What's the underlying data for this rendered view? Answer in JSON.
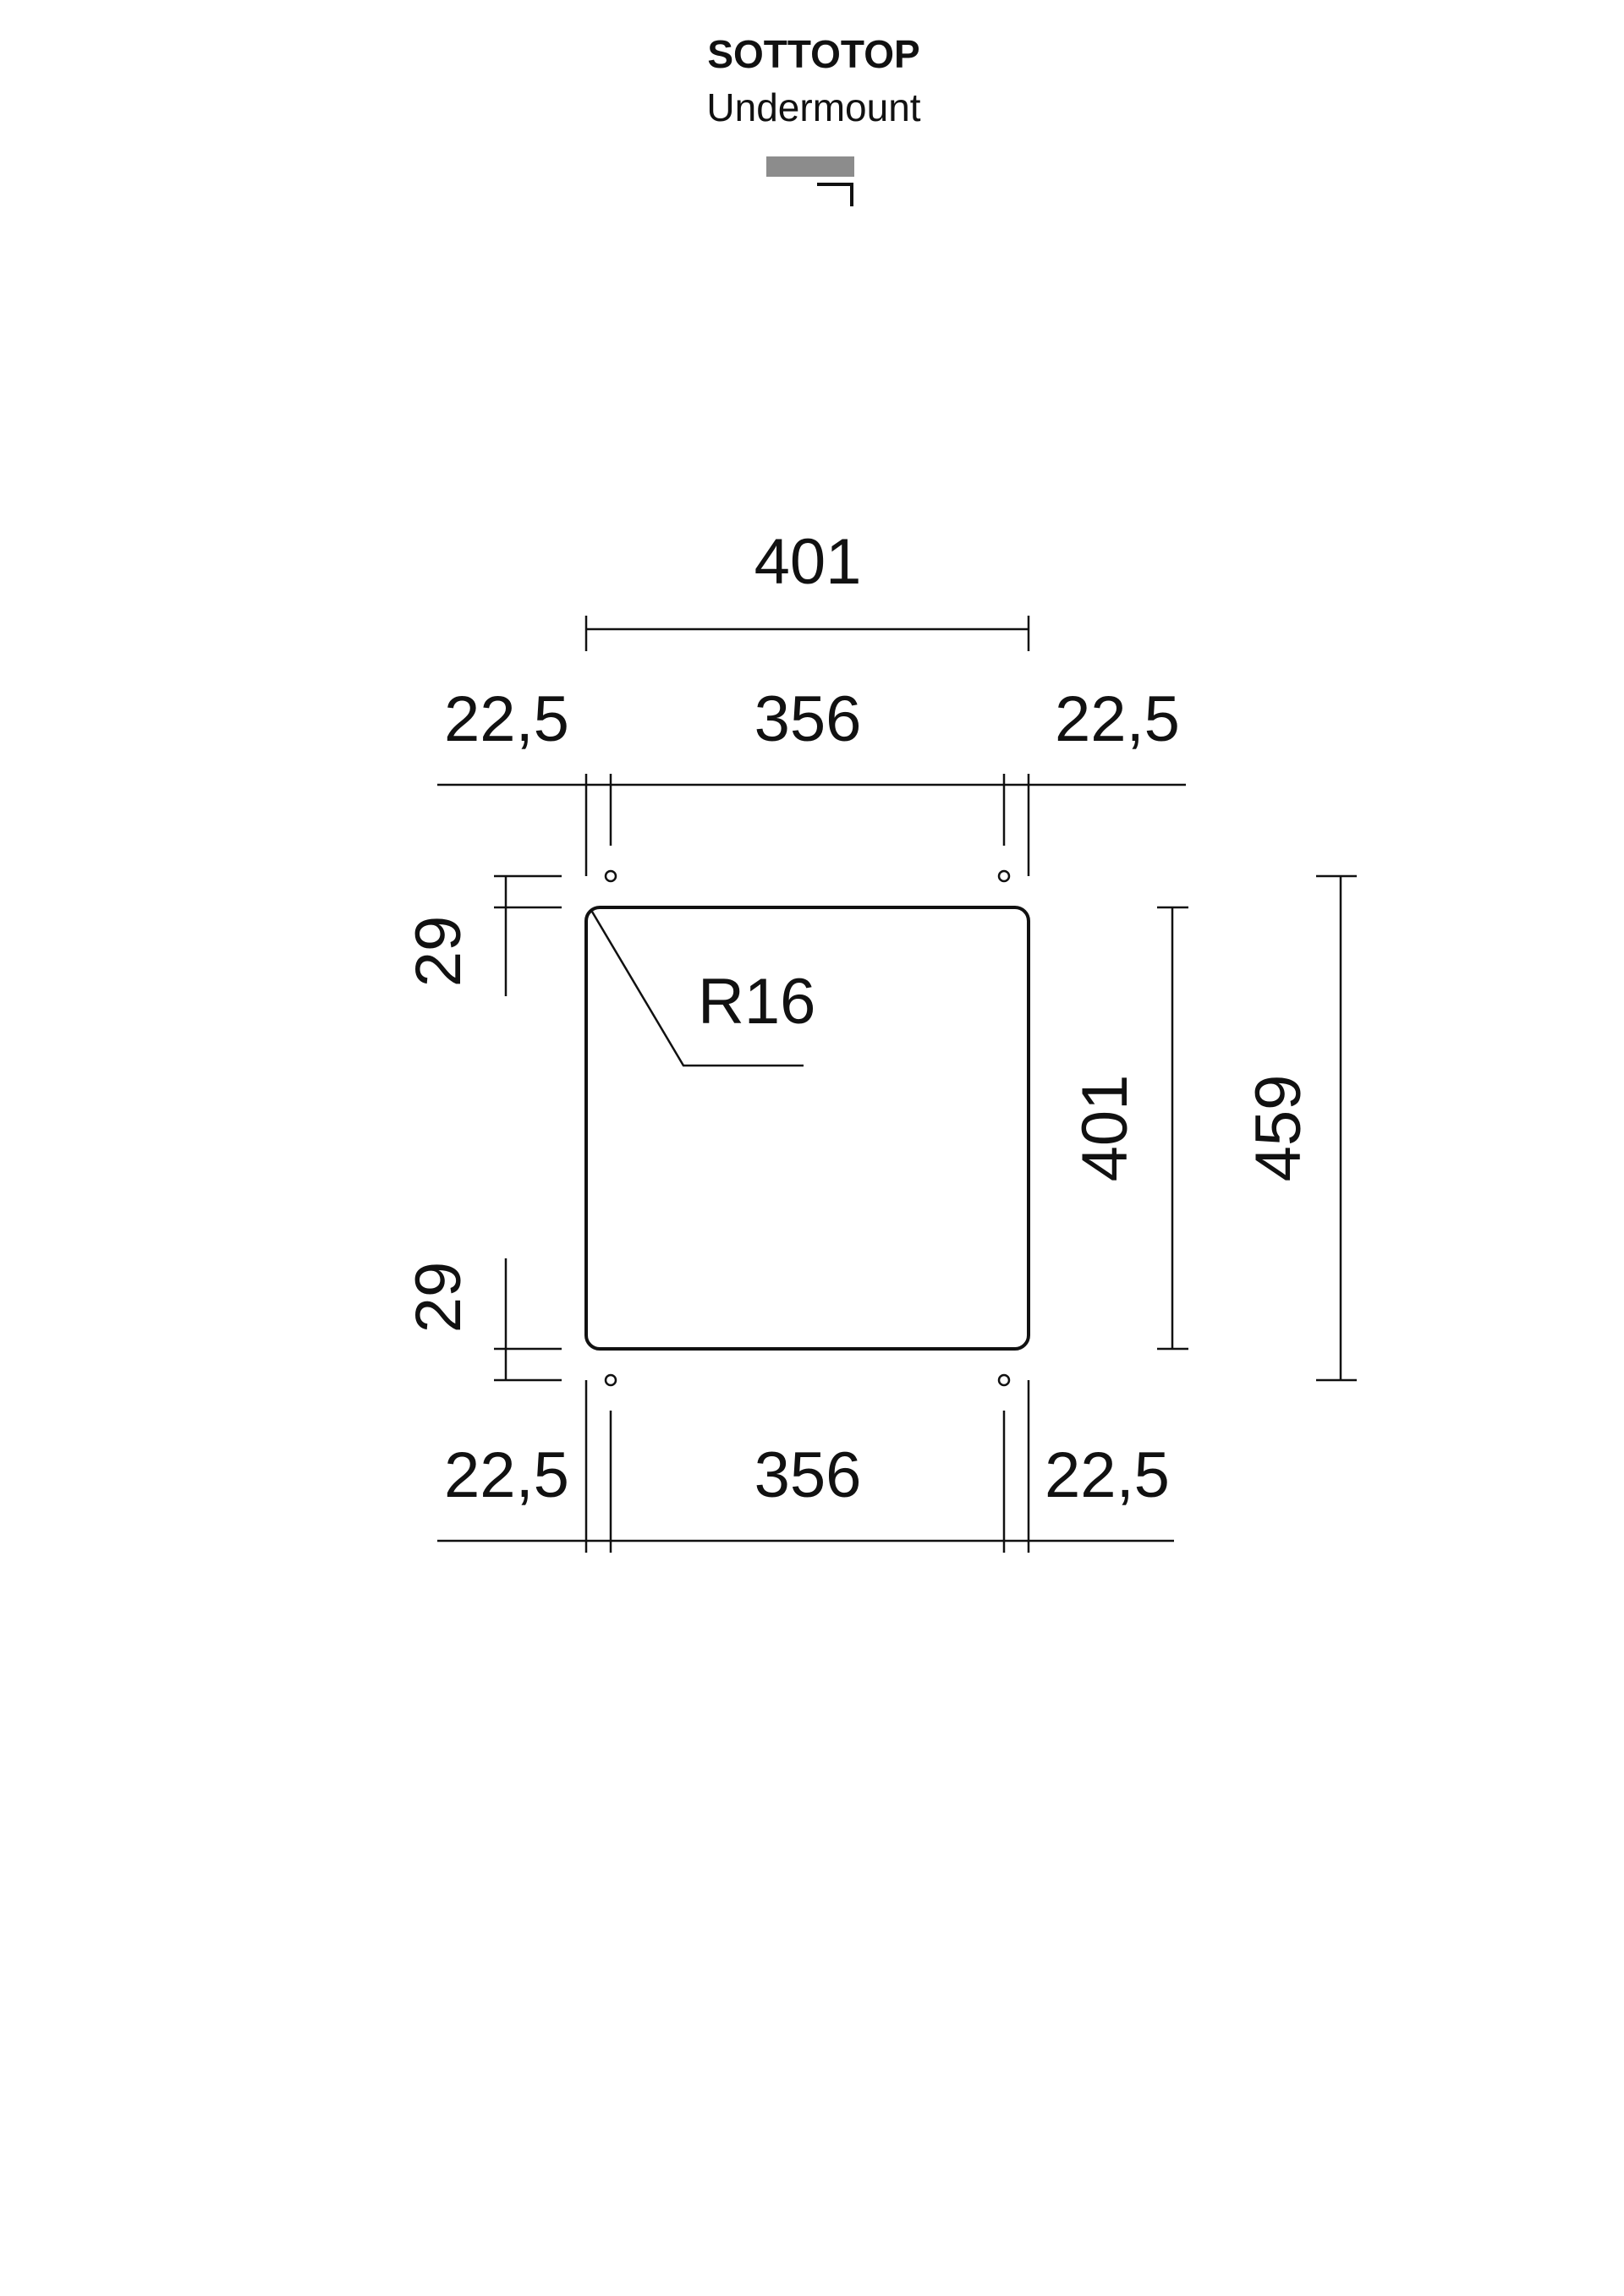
{
  "header": {
    "title": "SOTTOTOP",
    "subtitle": "Undermount"
  },
  "colors": {
    "line": "#111111",
    "mount_icon": "#8c8c8c",
    "background": "#ffffff"
  },
  "icons": {
    "mount_type": "undermount-section-icon"
  },
  "dimensions": {
    "overall_width": "401",
    "top_left_offset": "22,5",
    "top_hole_spacing": "356",
    "top_right_offset": "22,5",
    "top_hole_offset": "29",
    "bottom_hole_offset": "29",
    "corner_radius": "R16",
    "bowl_height": "401",
    "overall_height": "459",
    "bottom_left_offset": "22,5",
    "bottom_hole_spacing": "356",
    "bottom_right_offset": "22,5"
  }
}
